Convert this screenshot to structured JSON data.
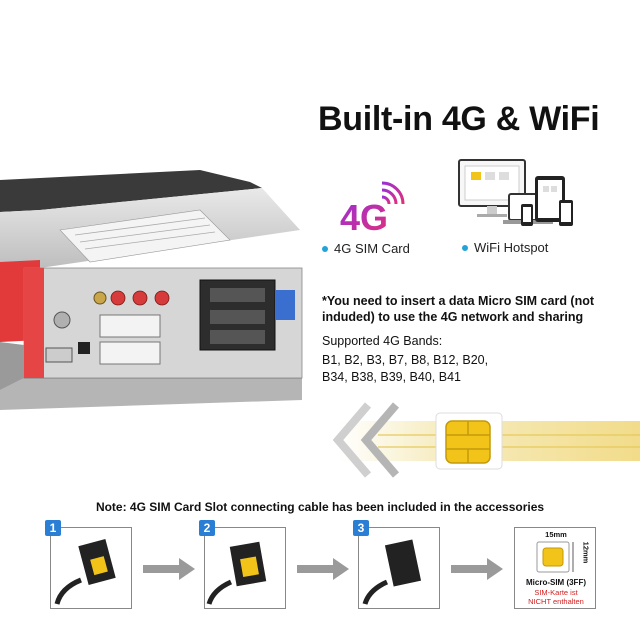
{
  "headline": "Built-in 4G & WiFi",
  "features": {
    "sim_card": {
      "logo_text": "4G",
      "label": "4G SIM Card"
    },
    "wifi": {
      "label": "WiFi Hotspot"
    }
  },
  "sim_note": "*You need to insert a data Micro SIM card (not induded) to use the 4G network and sharing",
  "bands": {
    "title": "Supported 4G Bands:",
    "line1": "B1, B2, B3, B7, B8, B12, B20,",
    "line2": "B34, B38, B39, B40, B41"
  },
  "accessory_note": "Note: 4G SIM Card Slot connecting cable has been included in the accessories",
  "steps": [
    {
      "number": "1"
    },
    {
      "number": "2"
    },
    {
      "number": "3"
    }
  ],
  "microsim": {
    "width": "15mm",
    "height": "12mm",
    "label": "Micro-SIM (3FF)",
    "warning_line1": "SIM-Karte ist",
    "warning_line2": "NICHT enthalten"
  },
  "colors": {
    "accent_blue": "#2a7fd4",
    "dot_blue": "#25a3d8",
    "logo_purple": "#9a2fd6",
    "logo_pink": "#e0307a",
    "warning_red": "#d42020",
    "sim_gold": "#f2c318"
  }
}
